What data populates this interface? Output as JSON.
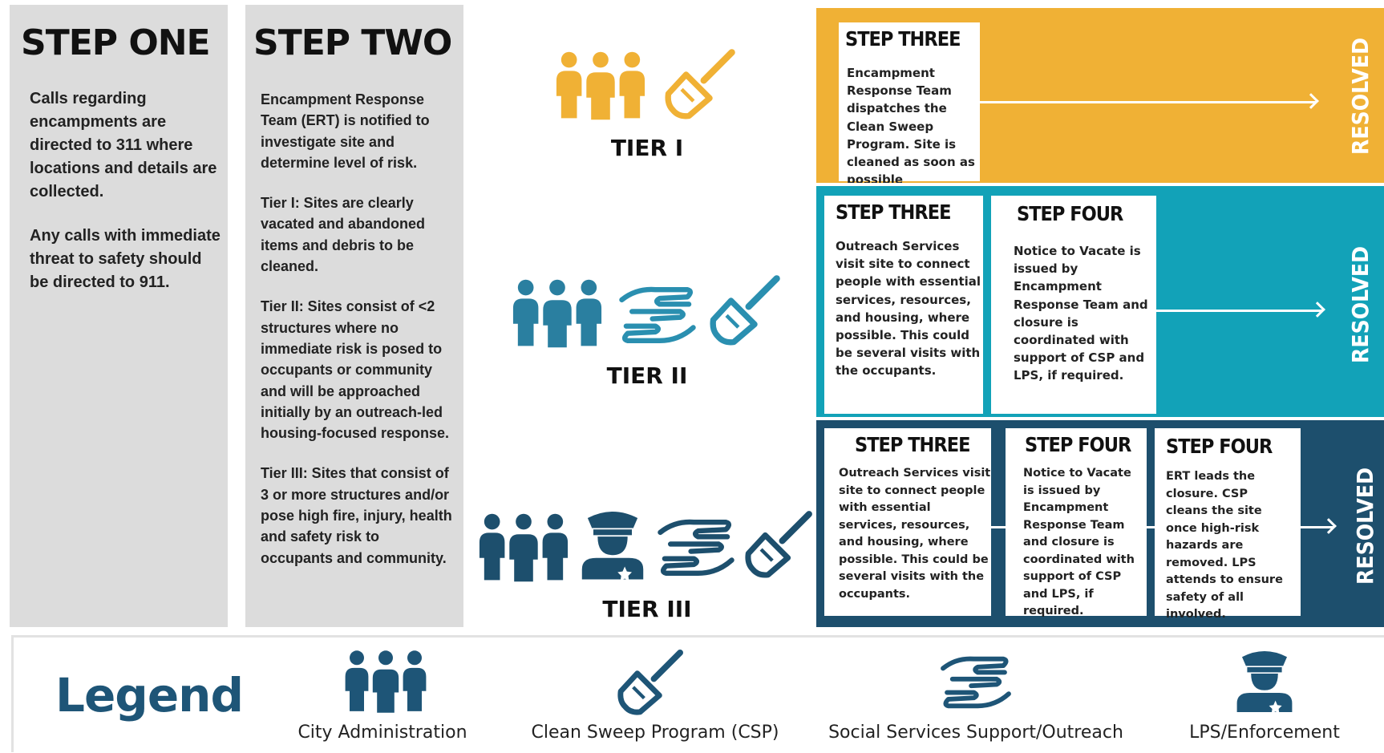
{
  "step_one": {
    "title": "STEP ONE",
    "p1": "Calls regarding encampments are directed to 311 where locations and details are collected.",
    "p2": "Any calls with immediate threat to safety should be directed to 911."
  },
  "step_two": {
    "title": "STEP TWO",
    "p1": "Encampment Response Team (ERT) is notified to investigate site and determine level of risk.",
    "p2": "Tier I: Sites are clearly vacated and abandoned items and debris to be cleaned.",
    "p3": "Tier II: Sites consist of <2 structures where no immediate risk is posed to occupants or community and will be approached initially by an outreach-led housing-focused response.",
    "p4": "Tier III: Sites that consist of 3 or more structures and/or pose high fire, injury, health and safety risk to occupants and community."
  },
  "tiers": {
    "t1": "TIER I",
    "t2": "TIER II",
    "t3": "TIER III"
  },
  "band1": {
    "step_title": "STEP THREE",
    "step_text": "Encampment Response Team dispatches the Clean Sweep Program. Site is cleaned as soon as possible",
    "resolved": "RESOLVED"
  },
  "band2": {
    "step3_title": "STEP THREE",
    "step3_text": "Outreach Services visit site to connect people with essential services, resources, and housing, where possible. This could be several visits with the occupants.",
    "step4_title": "STEP FOUR",
    "step4_text": "Notice to Vacate is issued by Encampment Response Team and closure is coordinated with support of CSP and LPS, if required.",
    "resolved": "RESOLVED"
  },
  "band3": {
    "step3_title": "STEP THREE",
    "step3_text": "Outreach Services visit site to connect people with essential services, resources, and housing, where possible. This could be several visits with the occupants.",
    "step4a_title": "STEP FOUR",
    "step4a_text": "Notice to Vacate is issued by Encampment Response Team and closure is coordinated with support of CSP and LPS, if required.",
    "step4b_title": "STEP FOUR",
    "step4b_text": "ERT leads the closure. CSP cleans the site once high-risk hazards are removed. LPS attends to ensure safety of all involved.",
    "resolved": "RESOLVED"
  },
  "legend": {
    "title": "Legend",
    "items": [
      {
        "label": "City Administration",
        "icon": "people-icon"
      },
      {
        "label": "Clean Sweep Program (CSP)",
        "icon": "broom-icon"
      },
      {
        "label": "Social Services Support/Outreach",
        "icon": "helping-hands-icon"
      },
      {
        "label": "LPS/Enforcement",
        "icon": "police-officer-icon"
      }
    ]
  },
  "colors": {
    "tier1": "#f0b135",
    "tier2": "#12a2b8",
    "tier3": "#1d4f6d",
    "step_bg": "#dcdcdc",
    "legend_text": "#1e5577"
  }
}
